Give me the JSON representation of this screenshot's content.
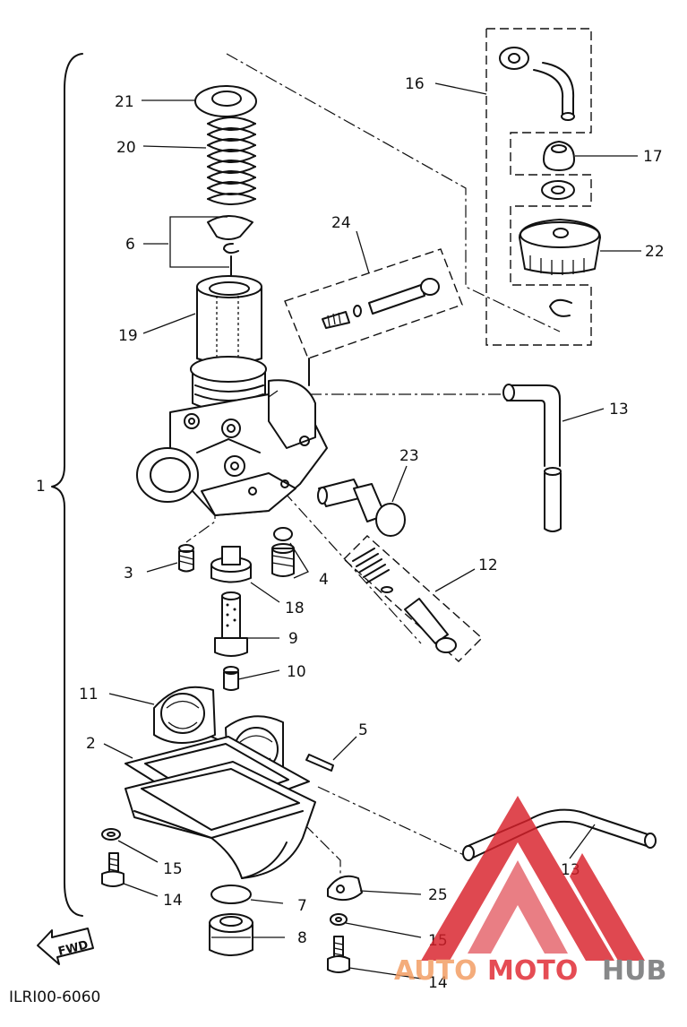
{
  "callouts": [
    "1",
    "2",
    "3",
    "4",
    "5",
    "6",
    "7",
    "8",
    "9",
    "10",
    "11",
    "12",
    "13",
    "13",
    "14",
    "14",
    "15",
    "15",
    "16",
    "17",
    "18",
    "19",
    "20",
    "21",
    "22",
    "23",
    "24",
    "25"
  ],
  "fwd_label": "FWD",
  "diagram_code": "ILRI00-6060",
  "watermark": {
    "part1": "AUTO",
    "part2": "MOTO",
    "part3": "HUB",
    "color_red": "#d8202a",
    "color_grey": "#6d6e70"
  }
}
